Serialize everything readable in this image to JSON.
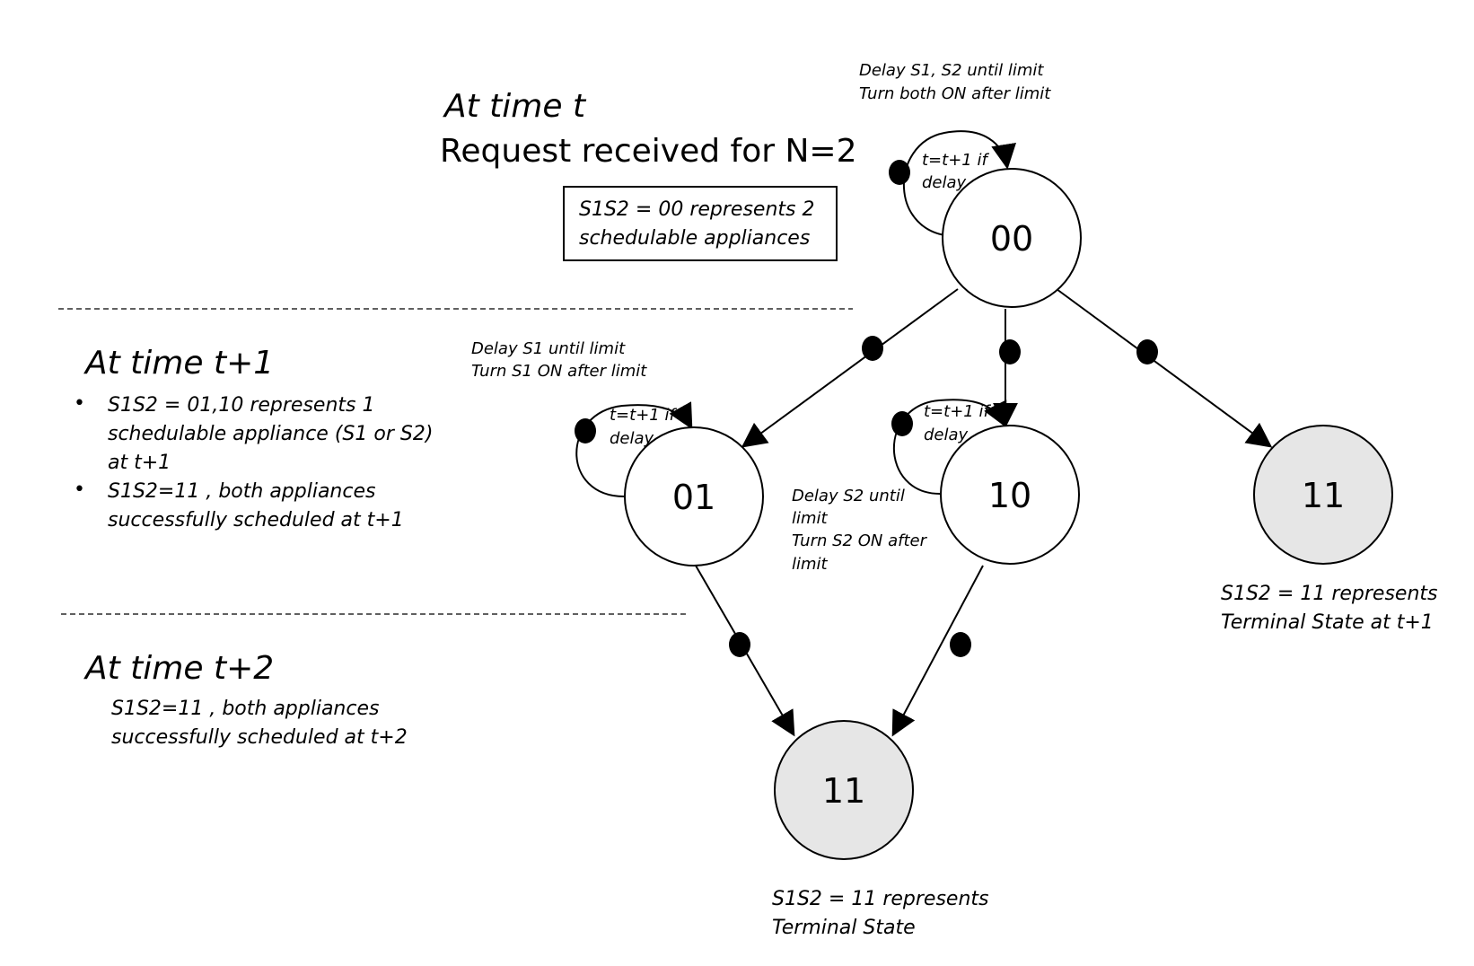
{
  "sections": {
    "t": {
      "heading": "At time t",
      "subheading": "Request received for N=2",
      "box_lines": [
        "S1S2 = 00 represents 2",
        "schedulable appliances"
      ]
    },
    "t1": {
      "heading": "At time t+1",
      "bullets": [
        [
          "S1S2 = 01,10 represents 1",
          "schedulable appliance (S1 or S2)",
          "at t+1"
        ],
        [
          "S1S2=11 , both appliances",
          "successfully scheduled at t+1"
        ]
      ]
    },
    "t2": {
      "heading": "At time t+2",
      "lines": [
        "S1S2=11 , both appliances",
        "successfully scheduled at t+2"
      ]
    }
  },
  "nodes": {
    "n00": "00",
    "n01": "01",
    "n10": "10",
    "n11_t1": "11",
    "n11_t2": "11"
  },
  "node_colors": {
    "normal": "#ffffff",
    "terminal": "#e6e6e6"
  },
  "annotations": {
    "n00_top": [
      "Delay S1, S2 until limit",
      "Turn both ON after limit"
    ],
    "n00_loop": [
      "t=t+1 if",
      "delay"
    ],
    "n01_top": [
      "Delay S1 until limit",
      "Turn S1 ON after limit"
    ],
    "n01_loop": [
      "t=t+1 if",
      "delay"
    ],
    "n10_loop": [
      "t=t+1 if",
      "delay"
    ],
    "n10_side": [
      "Delay S2 until",
      "limit",
      "Turn S2 ON after",
      "limit"
    ],
    "terminal_t1": [
      "S1S2 = 11 represents",
      "Terminal State at t+1"
    ],
    "terminal_t2": [
      "S1S2 = 11 represents",
      "Terminal State"
    ]
  }
}
